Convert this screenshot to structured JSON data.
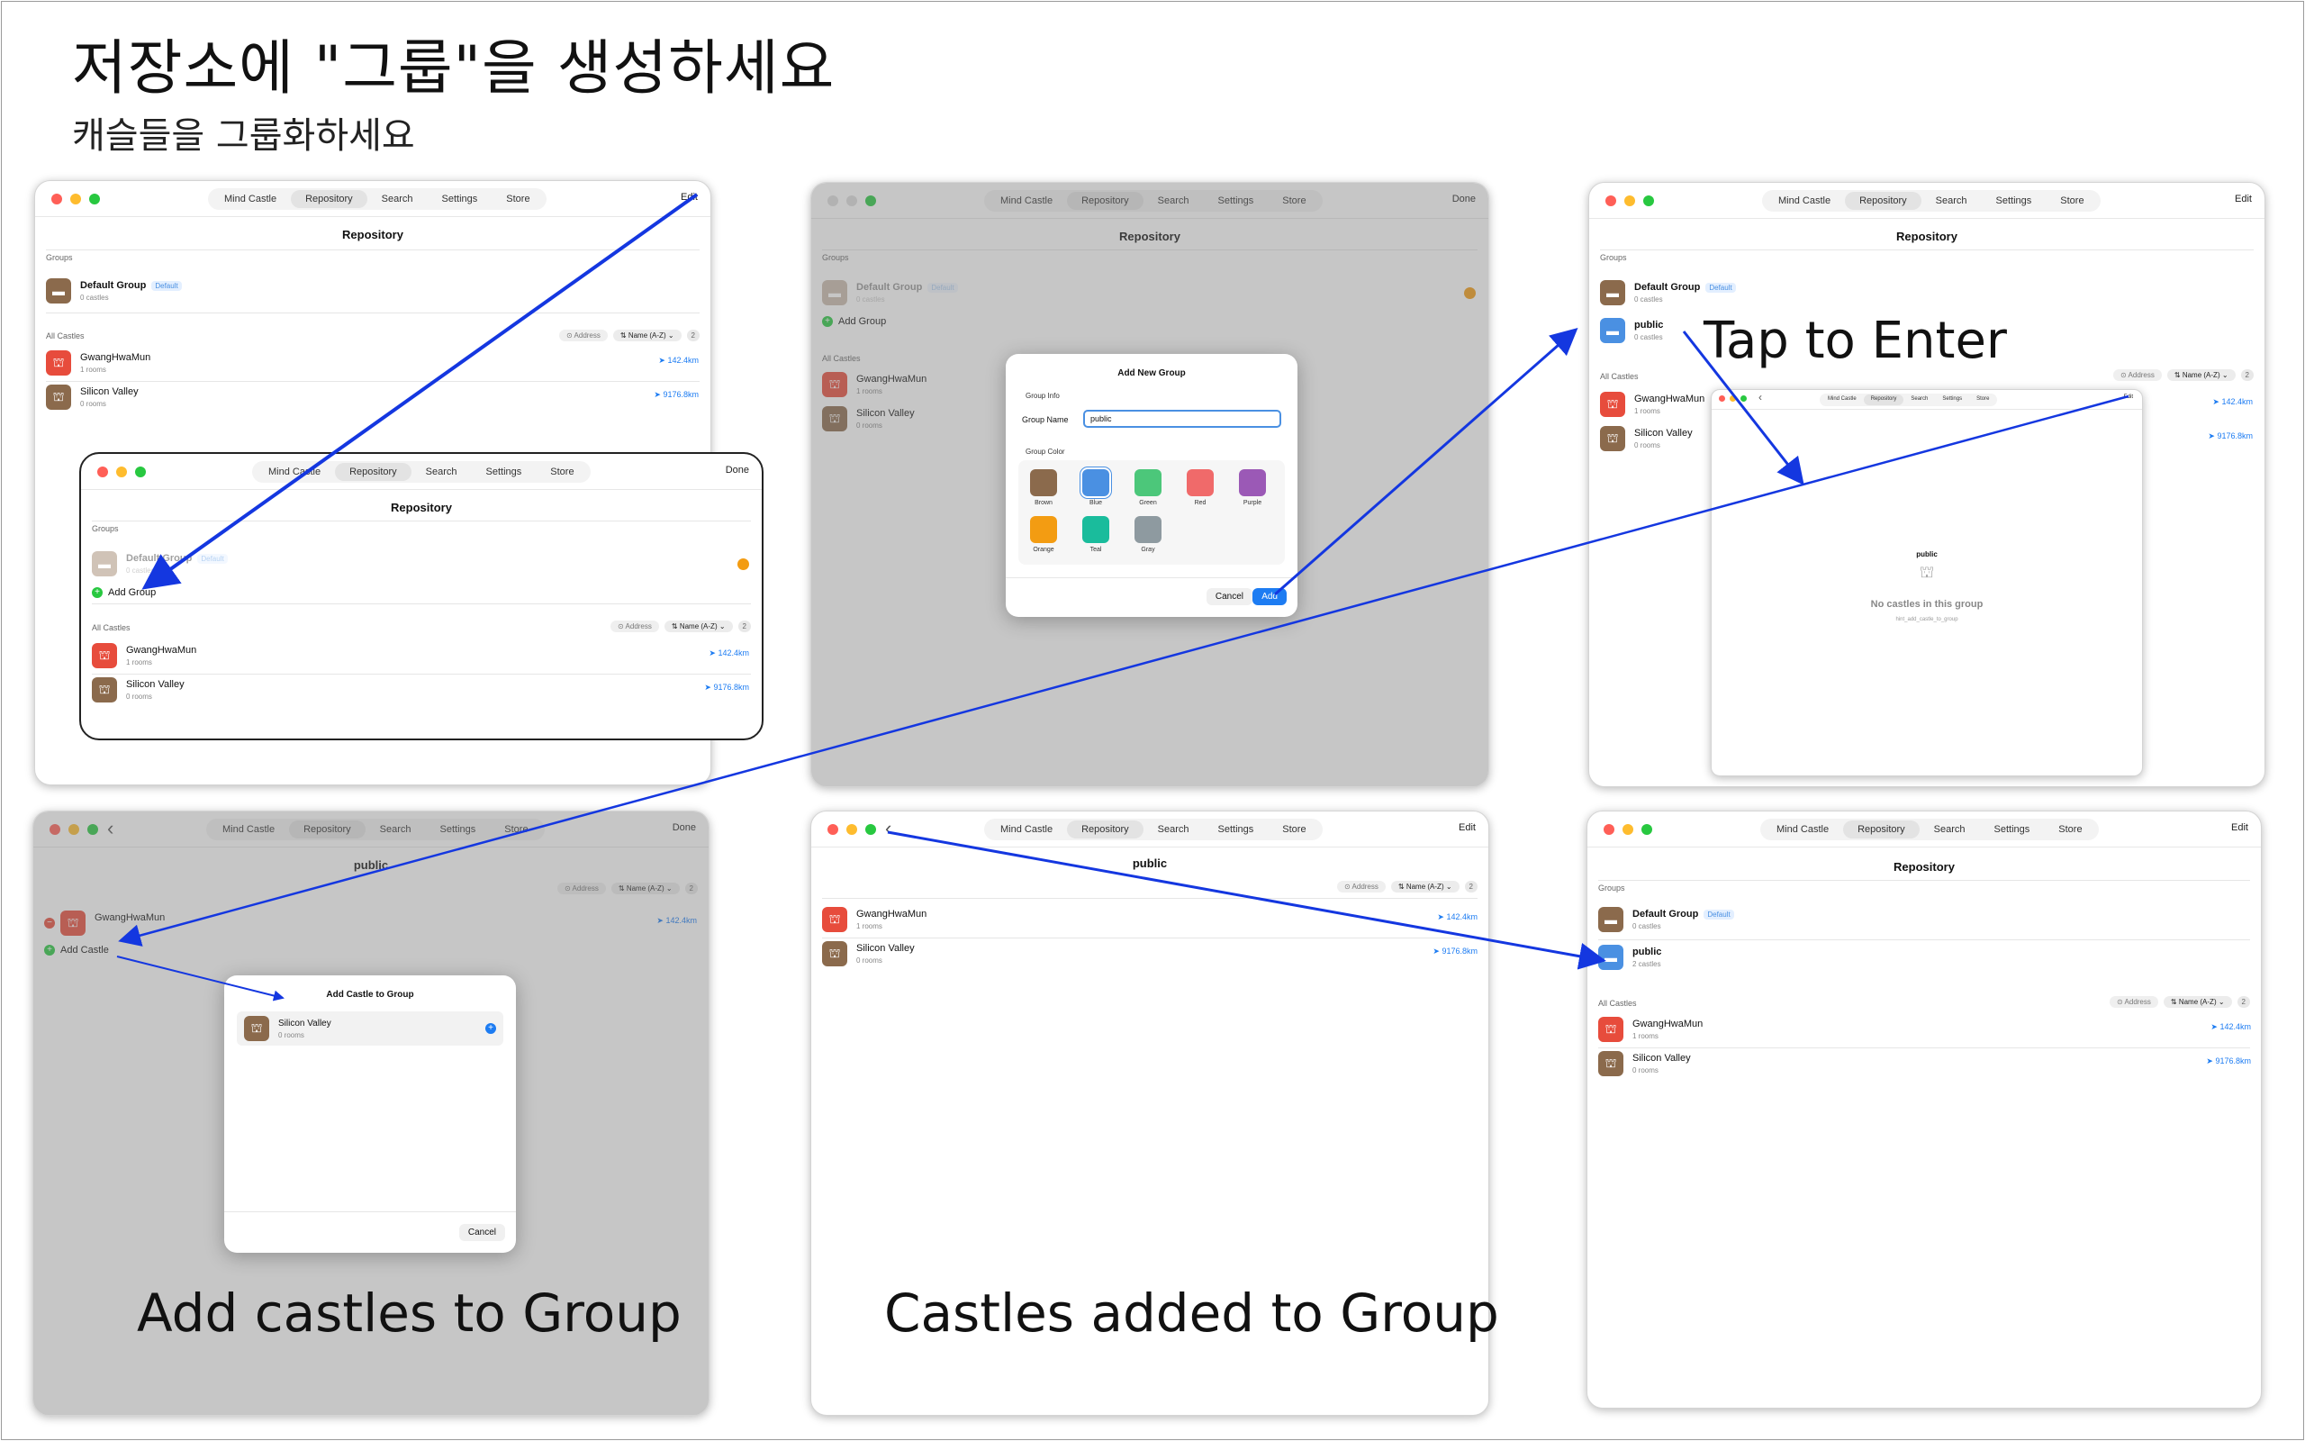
{
  "heading": {
    "title": "저장소에 \"그룹\"을 생성하세요",
    "subtitle": "캐슬들을 그룹화하세요"
  },
  "captions": {
    "tap_to_enter": "Tap to Enter",
    "add_castles": "Add castles to Group",
    "castles_added": "Castles added to Group"
  },
  "nav": {
    "tabs": [
      "Mind Castle",
      "Repository",
      "Search",
      "Settings",
      "Store"
    ],
    "edit": "Edit",
    "done": "Done"
  },
  "repo": {
    "title": "Repository",
    "groups_label": "Groups",
    "all_castles_label": "All Castles",
    "default_group": "Default Group",
    "default_badge": "Default",
    "zero_castles": "0 castles",
    "two_castles": "2 castles",
    "add_group": "Add Group",
    "address": "Address",
    "sort": "Name (A-Z)",
    "count": "2"
  },
  "castles": [
    {
      "name": "GwangHwaMun",
      "sub": "1 rooms",
      "dist": "142.4km"
    },
    {
      "name": "Silicon Valley",
      "sub": "0 rooms",
      "dist": "9176.8km"
    }
  ],
  "new_group": {
    "name": "public",
    "dialog_title": "Add New Group",
    "info_label": "Group Info",
    "name_label": "Group Name",
    "name_value": "public",
    "color_label": "Group Color",
    "colors": [
      {
        "name": "Brown",
        "hex": "#8b6a4c"
      },
      {
        "name": "Blue",
        "hex": "#4a90e2"
      },
      {
        "name": "Green",
        "hex": "#4cc77a"
      },
      {
        "name": "Red",
        "hex": "#f06a6a"
      },
      {
        "name": "Purple",
        "hex": "#9b59b6"
      },
      {
        "name": "Orange",
        "hex": "#f39c12"
      },
      {
        "name": "Teal",
        "hex": "#1abc9c"
      },
      {
        "name": "Gray",
        "hex": "#8e9aa0"
      }
    ],
    "cancel": "Cancel",
    "add": "Add"
  },
  "group_detail": {
    "empty_title": "No castles in this group",
    "empty_hint": "hint_add_castle_to_group",
    "add_castle": "Add Castle"
  },
  "add_castle_dialog": {
    "title": "Add Castle to Group",
    "cancel": "Cancel"
  },
  "colors": {
    "arrow": "#1437e0",
    "accent": "#1d7cf2"
  }
}
